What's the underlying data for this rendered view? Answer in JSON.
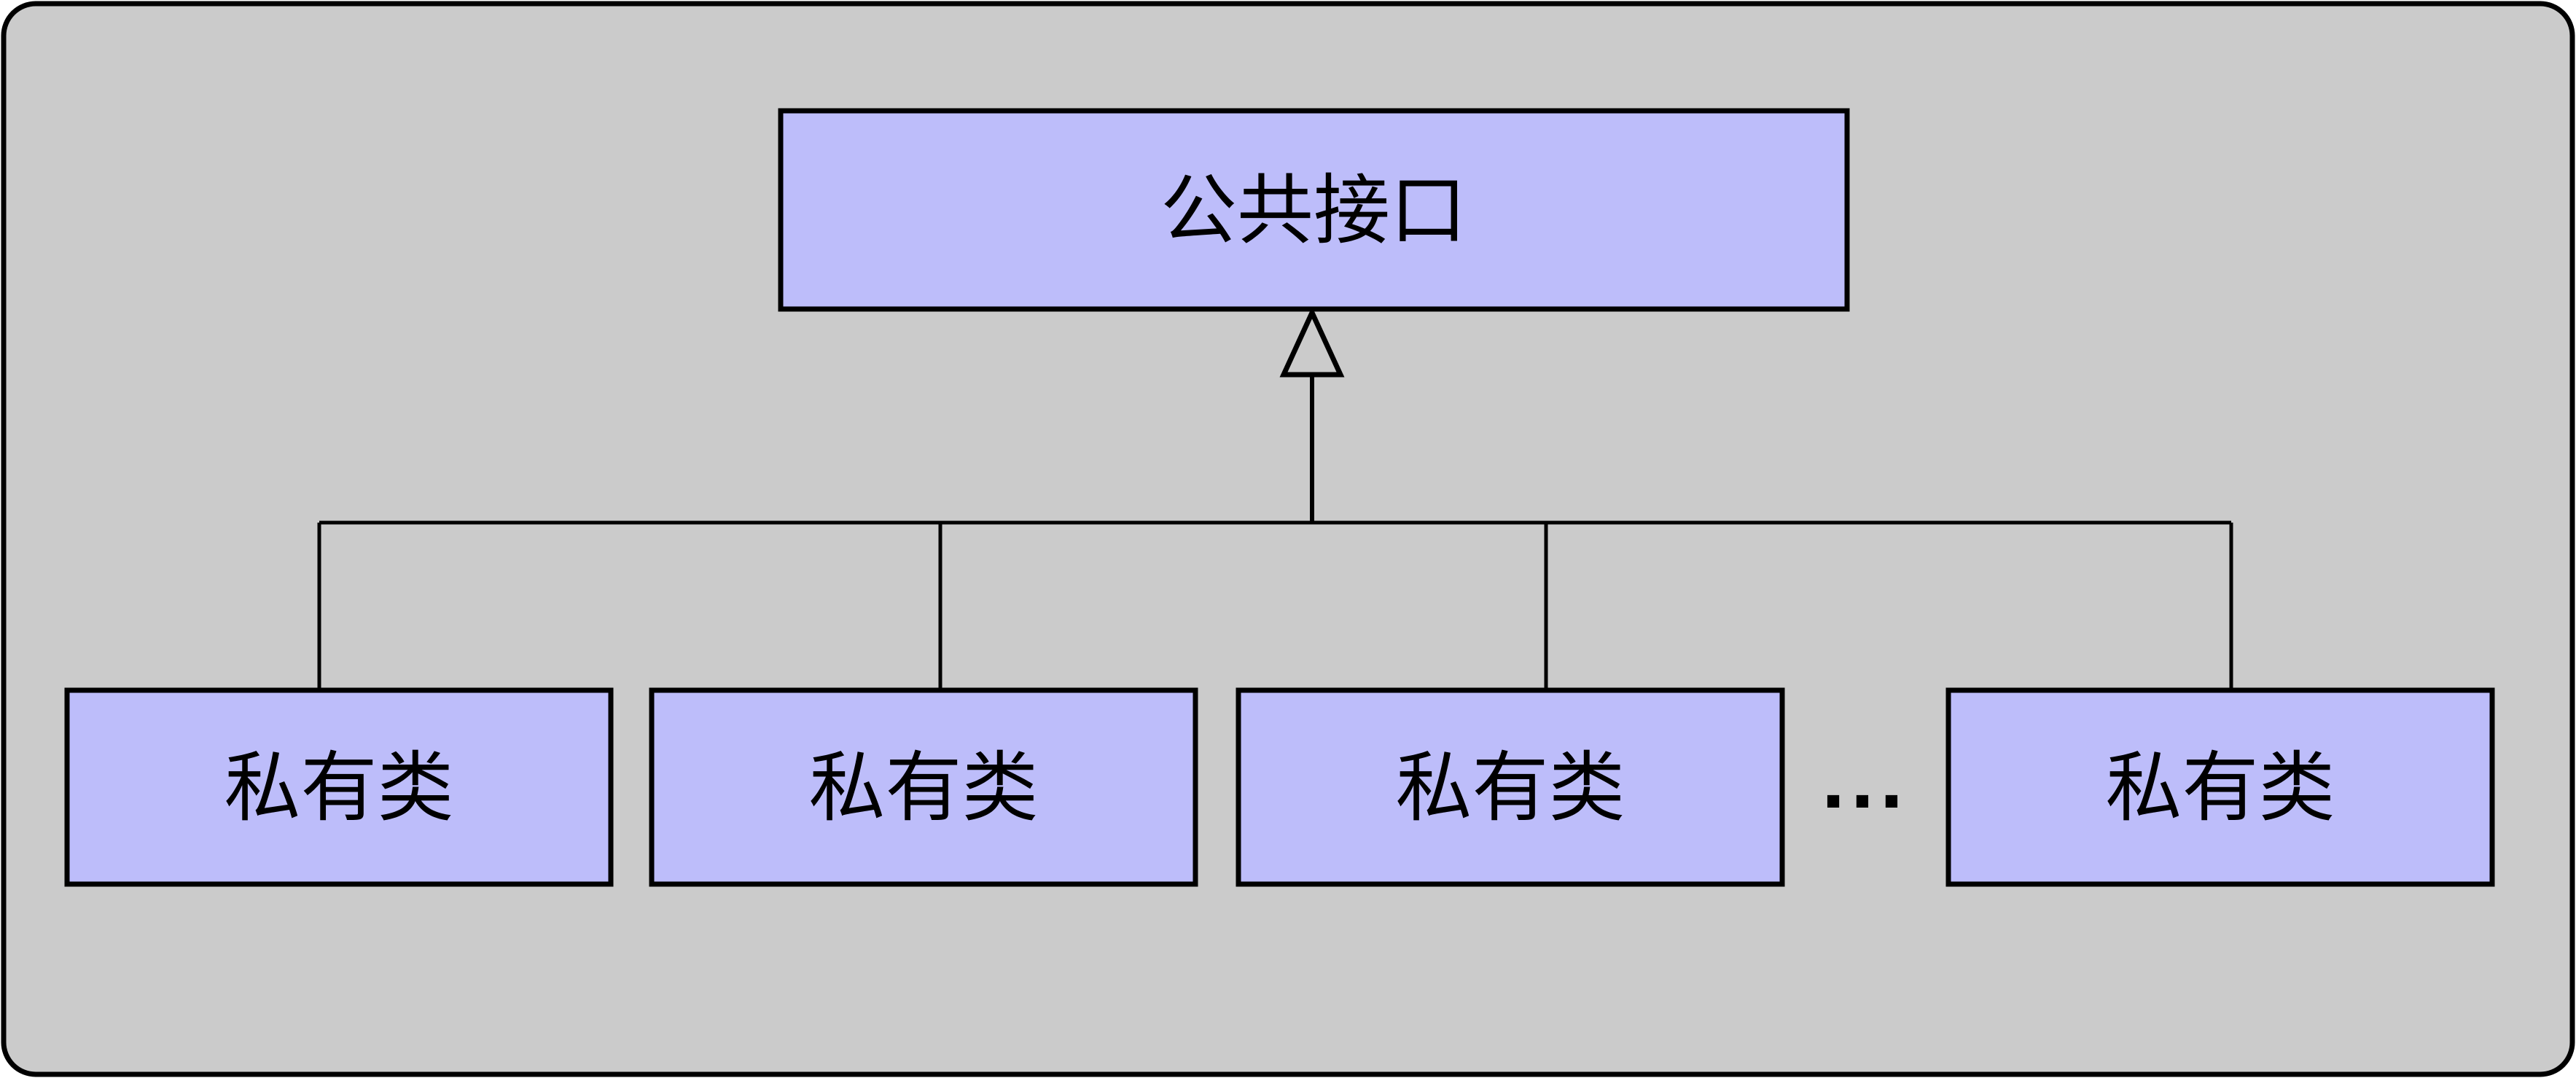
{
  "diagram": {
    "parent_box": {
      "label": "公共接口"
    },
    "child_boxes": [
      {
        "label": "私有类"
      },
      {
        "label": "私有类"
      },
      {
        "label": "私有类"
      },
      {
        "label": "私有类"
      }
    ],
    "ellipsis": "...",
    "colors": {
      "page_background": "#ffffff",
      "canvas_fill": "#cbcbcb",
      "node_fill": "#bdbdfa",
      "line": "#000000"
    }
  }
}
